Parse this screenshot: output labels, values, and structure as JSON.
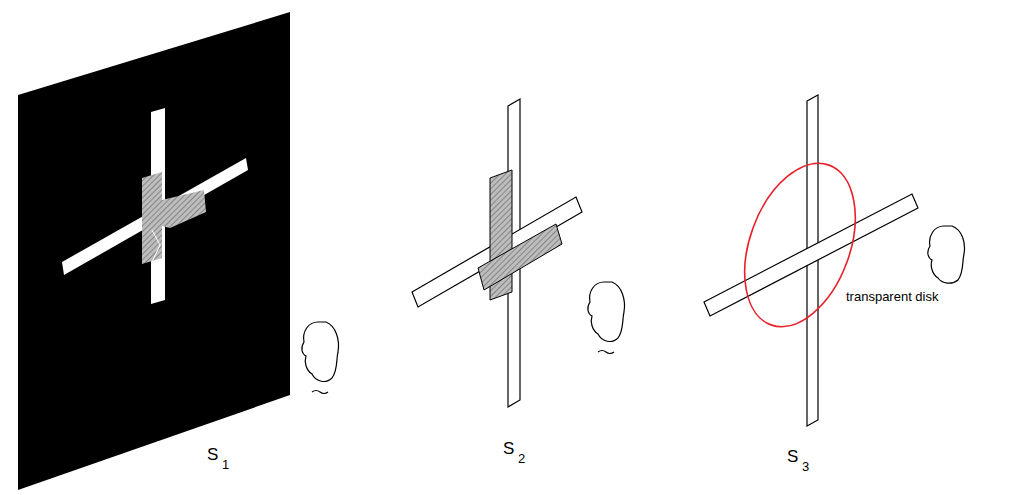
{
  "diagram": {
    "labels": [
      "S",
      "1",
      "S",
      "2",
      "S",
      "3",
      "transparent disk"
    ]
  }
}
